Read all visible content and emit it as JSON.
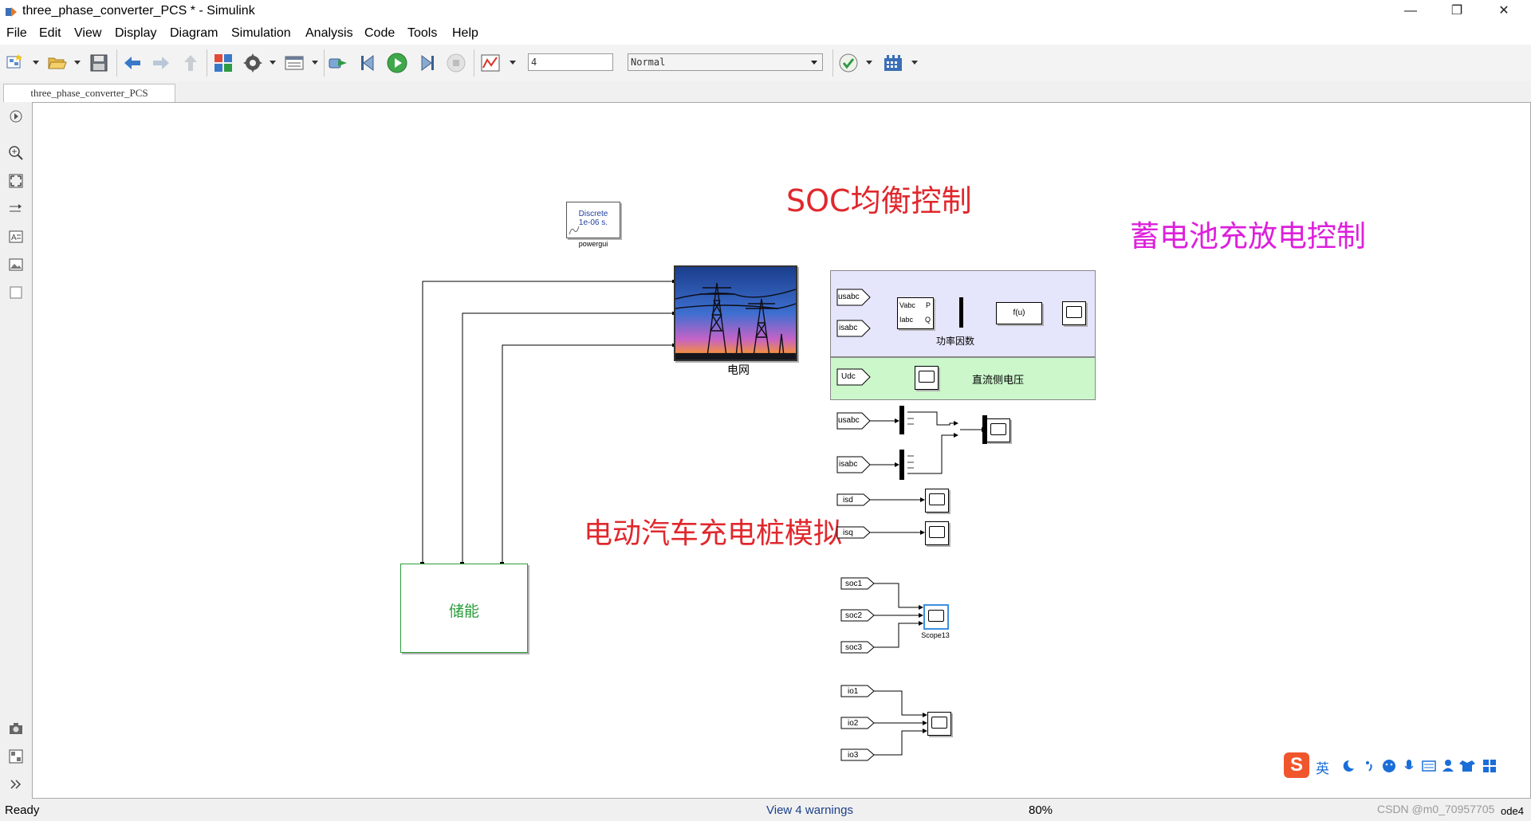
{
  "window": {
    "title": "three_phase_converter_PCS * - Simulink",
    "controls": {
      "minimize": "—",
      "restore": "❐",
      "close": "✕"
    }
  },
  "menu": [
    "File",
    "Edit",
    "View",
    "Display",
    "Diagram",
    "Simulation",
    "Analysis",
    "Code",
    "Tools",
    "Help"
  ],
  "toolbar": {
    "stop_time": "4",
    "sim_mode": "Normal",
    "icons": [
      "new-model-icon",
      "open-icon",
      "save-icon",
      "back-icon",
      "forward-icon",
      "up-icon",
      "library-browser-icon",
      "model-settings-icon",
      "model-explorer-icon",
      "step-back-icon",
      "step-back-icon",
      "run-icon",
      "step-forward-icon",
      "stop-icon",
      "data-inspector-icon",
      "model-advisor-icon",
      "build-icon"
    ]
  },
  "tab": {
    "label": "three_phase_converter_PCS"
  },
  "diagram": {
    "annotations": {
      "soc": "SOC均衡控制",
      "battery": "蓄电池充放电控制",
      "ev": "电动汽车充电桩模拟"
    },
    "powergui": {
      "line1": "Discrete",
      "line2": "1e-06 s.",
      "name": "powergui"
    },
    "grid_block": {
      "name": "电网"
    },
    "storage_block": {
      "label": "储能"
    },
    "power_area": {
      "tags": [
        "usabc",
        "isabc"
      ],
      "pq_block": {
        "in1": "Vabc",
        "in2": "Iabc",
        "out1": "P",
        "out2": "Q"
      },
      "fcn": "f(u)",
      "label": "功率因数"
    },
    "dc_area": {
      "tag": "Udc",
      "label": "直流侧电压"
    },
    "wave_tags": [
      "usabc",
      "isabc"
    ],
    "current_tags": [
      "isd",
      "isq"
    ],
    "soc_tags": [
      "soc1",
      "soc2",
      "soc3"
    ],
    "soc_scope": "Scope13",
    "io_tags": [
      "io1",
      "io2",
      "io3"
    ]
  },
  "ime": {
    "lang": "英",
    "brand": "S"
  },
  "status": {
    "state": "Ready",
    "warnings": "View 4 warnings",
    "zoom": "80%",
    "solver": "ode4",
    "watermark": "CSDN @m0_70957705"
  },
  "colors": {
    "annotation_red": "#e0282d",
    "annotation_magenta": "#dd1fdb",
    "storage_green": "#2a9d3a",
    "power_area_bg": "#e5e5fb",
    "dc_area_bg": "#cbf7cb",
    "warnings_blue": "#1a3f8c"
  }
}
